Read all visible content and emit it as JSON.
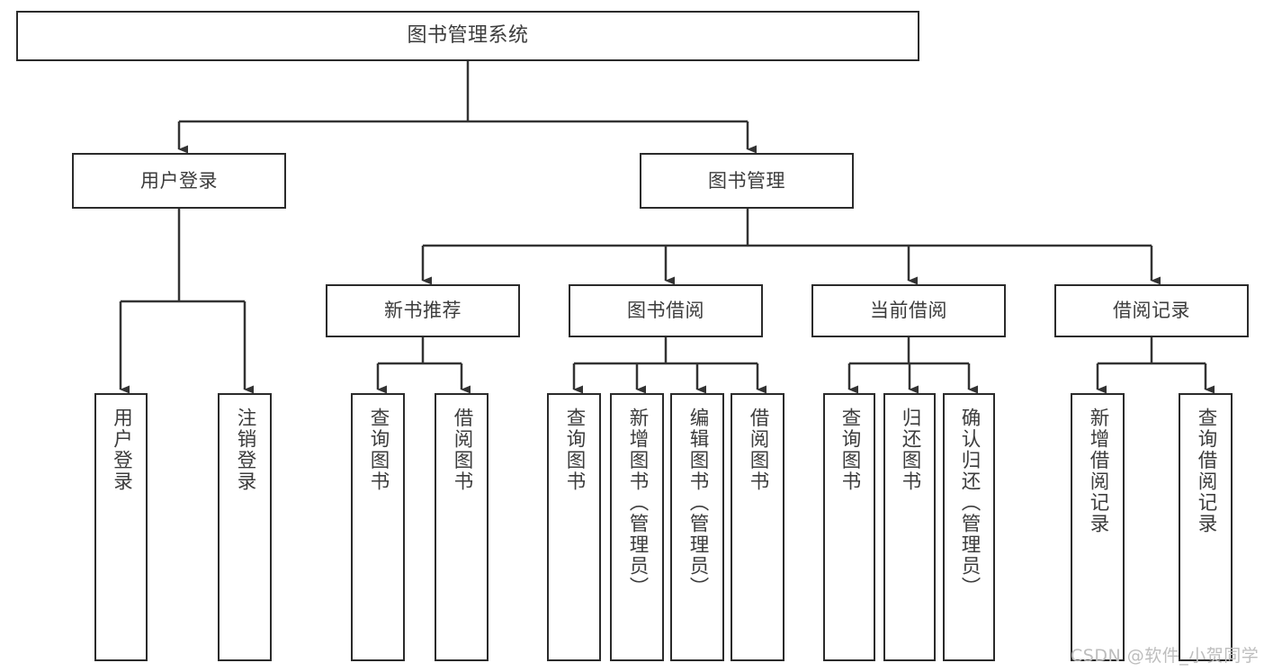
{
  "diagram": {
    "title": "图书管理系统",
    "type": "tree-hierarchy",
    "watermark": "CSDN @软件_小贺同学",
    "colors": {
      "node_border": "#2b2b2b",
      "node_fill": "#ffffff",
      "text": "#3c3c3c",
      "connector": "#333333",
      "watermark": "#bdbdbd",
      "background": "#ffffff"
    },
    "nodes": {
      "root": {
        "label": "图书管理系统"
      },
      "level2": [
        {
          "label": "用户登录"
        },
        {
          "label": "图书管理"
        }
      ],
      "level3": [
        {
          "label": "新书推荐"
        },
        {
          "label": "图书借阅"
        },
        {
          "label": "当前借阅"
        },
        {
          "label": "借阅记录"
        }
      ],
      "leaves": {
        "user_login": [
          {
            "label": "用户登录"
          },
          {
            "label": "注销登录"
          }
        ],
        "new_book_recommend": [
          {
            "label": "查询图书"
          },
          {
            "label": "借阅图书"
          }
        ],
        "book_borrow": [
          {
            "label": "查询图书"
          },
          {
            "label": "新增图书（管理员）"
          },
          {
            "label": "编辑图书（管理员）"
          },
          {
            "label": "借阅图书"
          }
        ],
        "current_borrow": [
          {
            "label": "查询图书"
          },
          {
            "label": "归还图书"
          },
          {
            "label": "确认归还（管理员）"
          }
        ],
        "borrow_record": [
          {
            "label": "新增借阅记录"
          },
          {
            "label": "查询借阅记录"
          }
        ]
      }
    }
  }
}
